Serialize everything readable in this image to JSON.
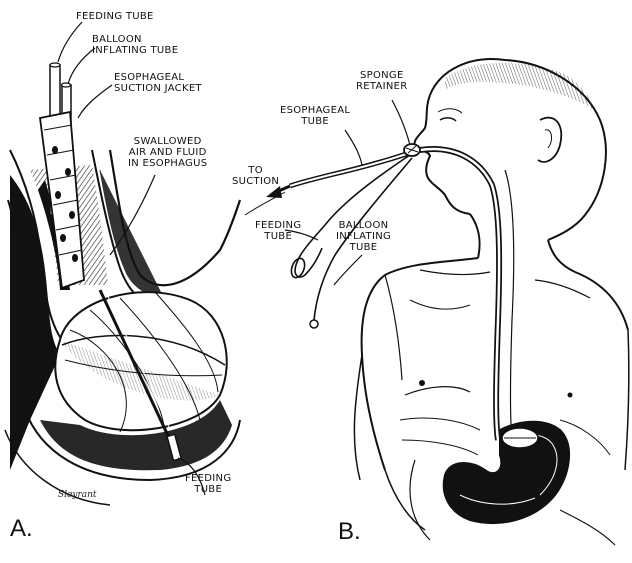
{
  "panel_a": {
    "letter": "A.",
    "signature": "Sleyrant",
    "labels": {
      "feeding_tube_top": "FEEDING TUBE",
      "balloon_inflating_tube": "BALLOON\nINFLATING TUBE",
      "esophageal_suction_jacket": "ESOPHAGEAL\nSUCTION JACKET",
      "swallowed_air": "SWALLOWED\nAIR AND FLUID\nIN ESOPHAGUS",
      "feeding_tube_bottom": "FEEDING\nTUBE"
    }
  },
  "panel_b": {
    "letter": "B.",
    "labels": {
      "sponge_retainer": "SPONGE\nRETAINER",
      "esophageal_tube": "ESOPHAGEAL\nTUBE",
      "to_suction": "TO\nSUCTION",
      "feeding_tube": "FEEDING\nTUBE",
      "balloon_inflating_tube": "BALLOON\nINFLATING\nTUBE"
    }
  }
}
